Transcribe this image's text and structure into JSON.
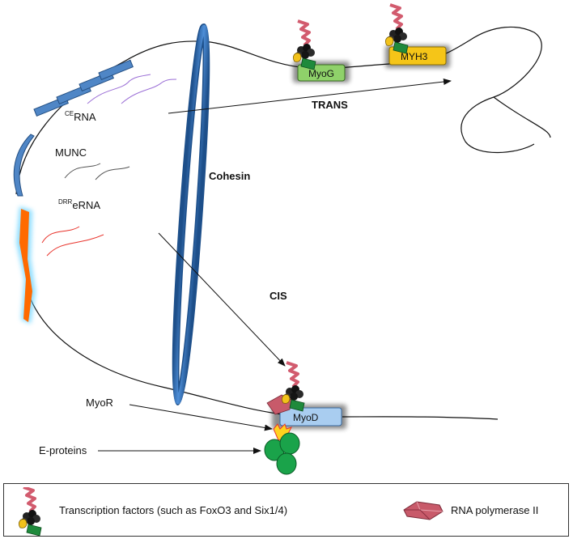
{
  "labels": {
    "cerna_super": "CE",
    "cerna_main": "RNA",
    "munc": "MUNC",
    "drrerna_super": "DRR",
    "drrerna_main": "eRNA",
    "cohesin": "Cohesin",
    "trans": "TRANS",
    "cis": "CIS",
    "myor": "MyoR",
    "eproteins": "E-proteins"
  },
  "genes": {
    "myog": "MyoG",
    "myh3": "MYH3",
    "myod": "MyoD"
  },
  "legend": {
    "tf": "Transcription  factors (such as FoxO3 and Six1/4)",
    "pol": "RNA polymerase II"
  },
  "colors": {
    "cohesin": "#2f6db5",
    "myog_box": "#8fd16a",
    "myh3_box": "#f5c518",
    "myod_box": "#a9cdf0",
    "enhancer_blue": "#4f86c6",
    "enhancer_orange": "#ff6a00",
    "ce_rna": "#9b6fd6",
    "munc_rna": "#555555",
    "drr_rna": "#e8322a",
    "eprotein": "#1aa34a",
    "polymerase": "#c85a6a"
  }
}
